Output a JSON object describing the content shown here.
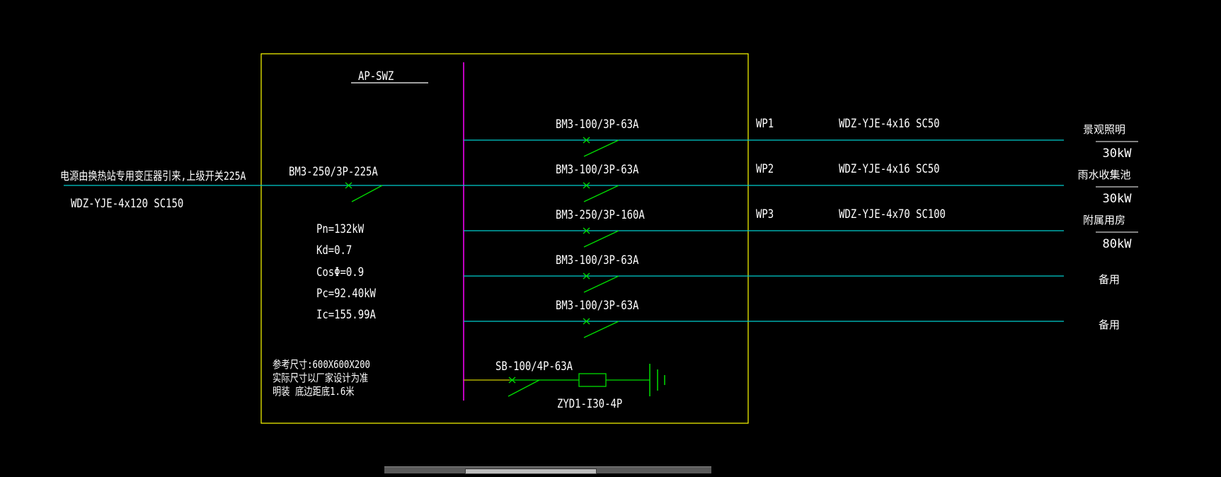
{
  "colors": {
    "background": "#000000",
    "panel_border": "#ffff00",
    "busbar": "#ff00ff",
    "feeder_line": "#00cccc",
    "switch_symbol": "#00dd00",
    "text": "#ffffff",
    "spd_line": "#cccc00"
  },
  "panel": {
    "name": "AP-SWZ"
  },
  "incoming": {
    "source_note": "电源由换热站专用变压器引来,上级开关225A",
    "cable": "WDZ-YJE-4x120  SC150",
    "breaker": "BM3-250/3P-225A"
  },
  "load_calc": {
    "pn": "Pn=132kW",
    "kd": "Kd=0.7",
    "cos": "CosΦ=0.9",
    "pc": "Pc=92.40kW",
    "ic": "Ic=155.99A"
  },
  "notes": {
    "line1": "参考尺寸:600X600X200",
    "line2": "实际尺寸以厂家设计为准",
    "line3": "明装 底边距底1.6米"
  },
  "circuits": [
    {
      "breaker": "BM3-100/3P-63A",
      "circuit_id": "WP1",
      "cable": "WDZ-YJE-4x16  SC50",
      "load_name": "景观照明",
      "load_power": "30kW"
    },
    {
      "breaker": "BM3-100/3P-63A",
      "circuit_id": "WP2",
      "cable": "WDZ-YJE-4x16  SC50",
      "load_name": "雨水收集池",
      "load_power": "30kW"
    },
    {
      "breaker": "BM3-250/3P-160A",
      "circuit_id": "WP3",
      "cable": "WDZ-YJE-4x70  SC100",
      "load_name": "附属用房",
      "load_power": "80kW"
    },
    {
      "breaker": "BM3-100/3P-63A",
      "circuit_id": "",
      "cable": "",
      "load_name": "备用",
      "load_power": ""
    },
    {
      "breaker": "BM3-100/3P-63A",
      "circuit_id": "",
      "cable": "",
      "load_name": "备用",
      "load_power": ""
    }
  ],
  "spd": {
    "breaker": "SB-100/4P-63A",
    "device": "ZYD1-I30-4P"
  }
}
